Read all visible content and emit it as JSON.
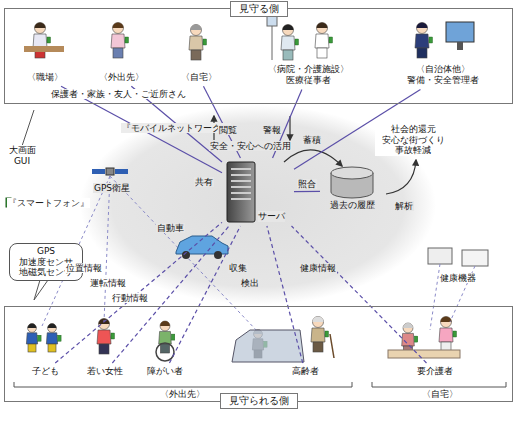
{
  "diagram": {
    "nodes": [
      {
        "text": [
          "見守る側"
        ]
      },
      {
        "text": [
          "〈職場〉"
        ],
        "in": 0
      },
      {
        "text": [
          "〈外出先〉"
        ],
        "in": 0
      },
      {
        "text": [
          "〈自宅〉"
        ],
        "in": 0
      },
      {
        "text": [
          "〈病院・介護施設〉",
          "医療従事者"
        ],
        "in": 0
      },
      {
        "text": [
          "〈自治体他〉",
          "警備・安全管理者"
        ],
        "in": 0
      },
      {
        "text": [
          "サーバ"
        ]
      },
      {
        "text": [
          "過去の履歴"
        ]
      },
      {
        "text": [
          "見守られる側"
        ]
      },
      {
        "text": [
          "子ども"
        ],
        "in": 8
      },
      {
        "text": [
          "若い女性"
        ],
        "in": 8
      },
      {
        "text": [
          "障がい者"
        ],
        "in": 8
      },
      {
        "text": [
          "高齢者"
        ],
        "in": 8
      },
      {
        "text": [
          "要介護者"
        ],
        "in": 8
      }
    ],
    "edges": [
      {
        "from": 6,
        "to": 1,
        "arrow": "none"
      },
      {
        "from": 6,
        "to": 2,
        "arrow": "none"
      },
      {
        "from": 6,
        "to": 3,
        "arrow": "none"
      },
      {
        "from": 6,
        "to": 4,
        "arrow": "none"
      },
      {
        "from": 6,
        "to": 5,
        "arrow": "none"
      },
      {
        "from": 6,
        "to": 7,
        "label": "照合",
        "arrow": "none"
      },
      {
        "from": 9,
        "to": 6,
        "arrow": "none"
      },
      {
        "from": 10,
        "to": 6,
        "arrow": "none"
      },
      {
        "from": 11,
        "to": 6,
        "arrow": "none"
      },
      {
        "from": 12,
        "to": 6,
        "arrow": "none"
      },
      {
        "from": 13,
        "to": 6,
        "arrow": "none"
      }
    ],
    "labels": [
      "保護者・家族・友人・ご近所さん",
      "大画面 GUI",
      "『スマートフォン』",
      "GPS 加速度センサ 地磁気センサ",
      "『モバイルネットワーク』",
      "GPS衛星",
      "閲覧",
      "警報",
      "安全・安心への活用",
      "共有",
      "蓄積",
      "社会的還元 安心な街づくり 事故軽減",
      "解析",
      "自動車",
      "位置情報",
      "運転情報",
      "行動情報",
      "収集",
      "検出",
      "健康情報",
      "健康機器",
      "〈外出先〉",
      "〈自宅〉"
    ]
  }
}
